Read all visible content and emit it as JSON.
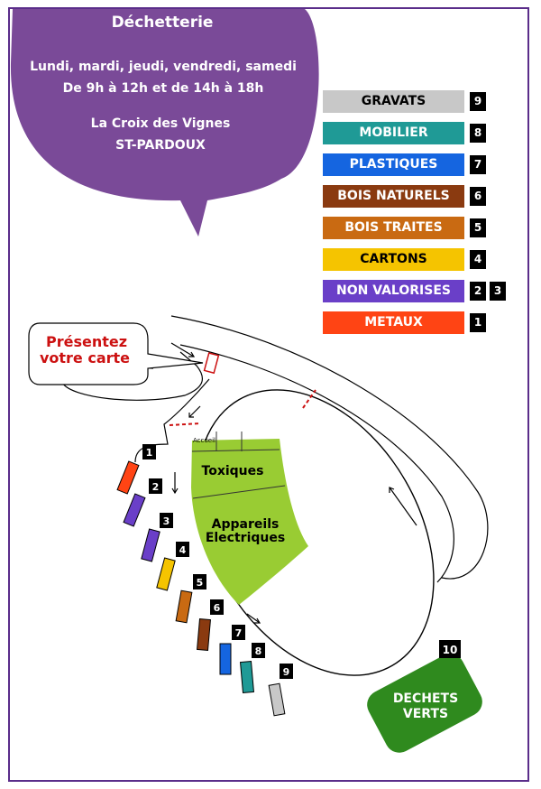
{
  "header": {
    "title": "Déchetterie",
    "days": "Lundi, mardi, jeudi, vendredi, samedi",
    "hours": "De 9h à 12h et de 14h à 18h",
    "place": "La Croix des Vignes",
    "town": "ST-PARDOUX"
  },
  "legend": [
    {
      "label": "GRAVATS",
      "nums": [
        "9"
      ],
      "color": "#c8c8c8",
      "text_color": "#000000"
    },
    {
      "label": "MOBILIER",
      "nums": [
        "8"
      ],
      "color": "#1f9a96",
      "text_color": "#ffffff"
    },
    {
      "label": "PLASTIQUES",
      "nums": [
        "7"
      ],
      "color": "#1565e0",
      "text_color": "#ffffff"
    },
    {
      "label": "BOIS NATURELS",
      "nums": [
        "6"
      ],
      "color": "#8a3a10",
      "text_color": "#ffffff"
    },
    {
      "label": "BOIS TRAITES",
      "nums": [
        "5"
      ],
      "color": "#c96a12",
      "text_color": "#ffffff"
    },
    {
      "label": "CARTONS",
      "nums": [
        "4"
      ],
      "color": "#f5c400",
      "text_color": "#000000"
    },
    {
      "label": "NON VALORISES",
      "nums": [
        "2",
        "3"
      ],
      "color": "#6a3fc8",
      "text_color": "#ffffff"
    },
    {
      "label": "METAUX",
      "nums": [
        "1"
      ],
      "color": "#ff4414",
      "text_color": "#ffffff"
    }
  ],
  "map": {
    "card_notice_line1": "Présentez",
    "card_notice_line2": "votre carte",
    "accueil": "Accueil",
    "toxiques": "Toxiques",
    "appareils": "Appareils",
    "electriques": "Electriques",
    "dechets": "DECHETS",
    "verts": "VERTS",
    "green_zone_number": "10",
    "container_numbers": [
      "1",
      "2",
      "3",
      "4",
      "5",
      "6",
      "7",
      "8",
      "9"
    ]
  },
  "colors": {
    "header_bubble": "#7a4a98",
    "frame": "#5a2d8a",
    "zone_green": "#99cc33",
    "dechets_verts": "#2f8a1e",
    "card_notice": "#cc1111"
  }
}
